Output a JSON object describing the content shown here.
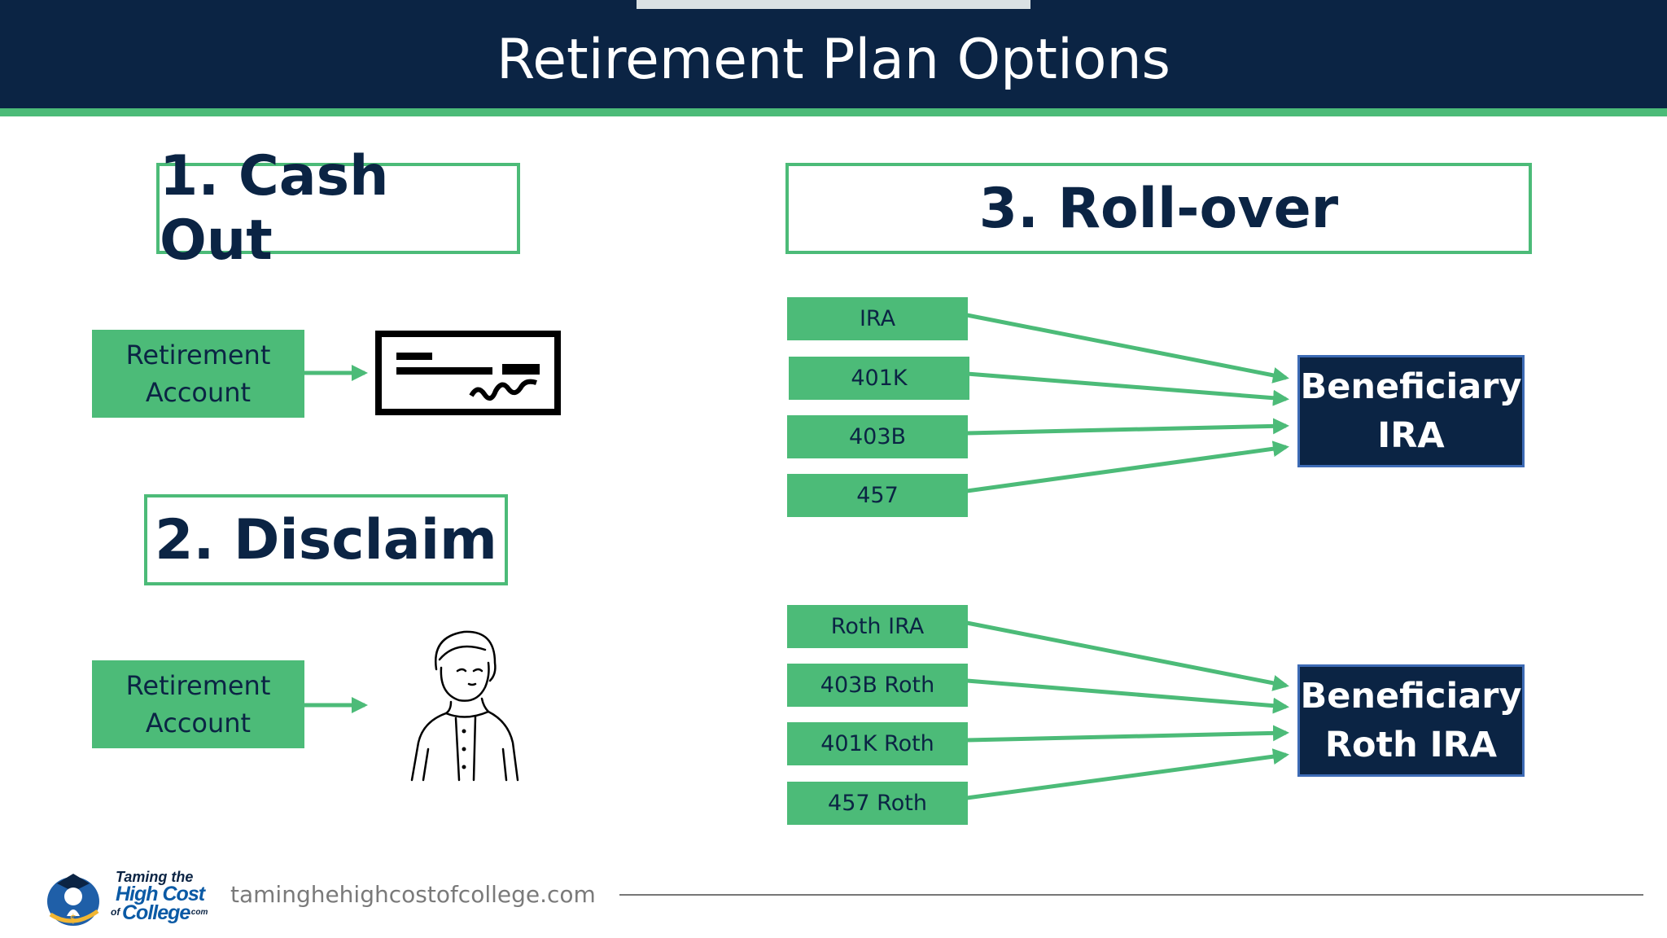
{
  "title": "Retirement Plan Options",
  "options": {
    "cash_out": {
      "heading": "1. Cash Out",
      "source_line1": "Retirement",
      "source_line2": "Account"
    },
    "disclaim": {
      "heading": "2. Disclaim",
      "source_line1": "Retirement",
      "source_line2": "Account"
    },
    "rollover": {
      "heading": "3. Roll-over",
      "traditional_sources": [
        "IRA",
        "401K",
        "403B",
        "457"
      ],
      "traditional_target_line1": "Beneficiary",
      "traditional_target_line2": "IRA",
      "roth_sources": [
        "Roth IRA",
        "403B Roth",
        "401K Roth",
        "457 Roth"
      ],
      "roth_target_line1": "Beneficiary",
      "roth_target_line2": "Roth IRA"
    }
  },
  "icons": {
    "check": "bank-check-icon",
    "person": "woman-person-icon"
  },
  "footer": {
    "url": "taminghehighcostofcollege.com",
    "logo_line1": "Taming the",
    "logo_line2": "High Cost",
    "logo_line3": "College",
    "logo_of": "of",
    "logo_com": ".com"
  },
  "colors": {
    "navy": "#0b2444",
    "green": "#4cbb78",
    "target_border": "#3d6bb5"
  }
}
